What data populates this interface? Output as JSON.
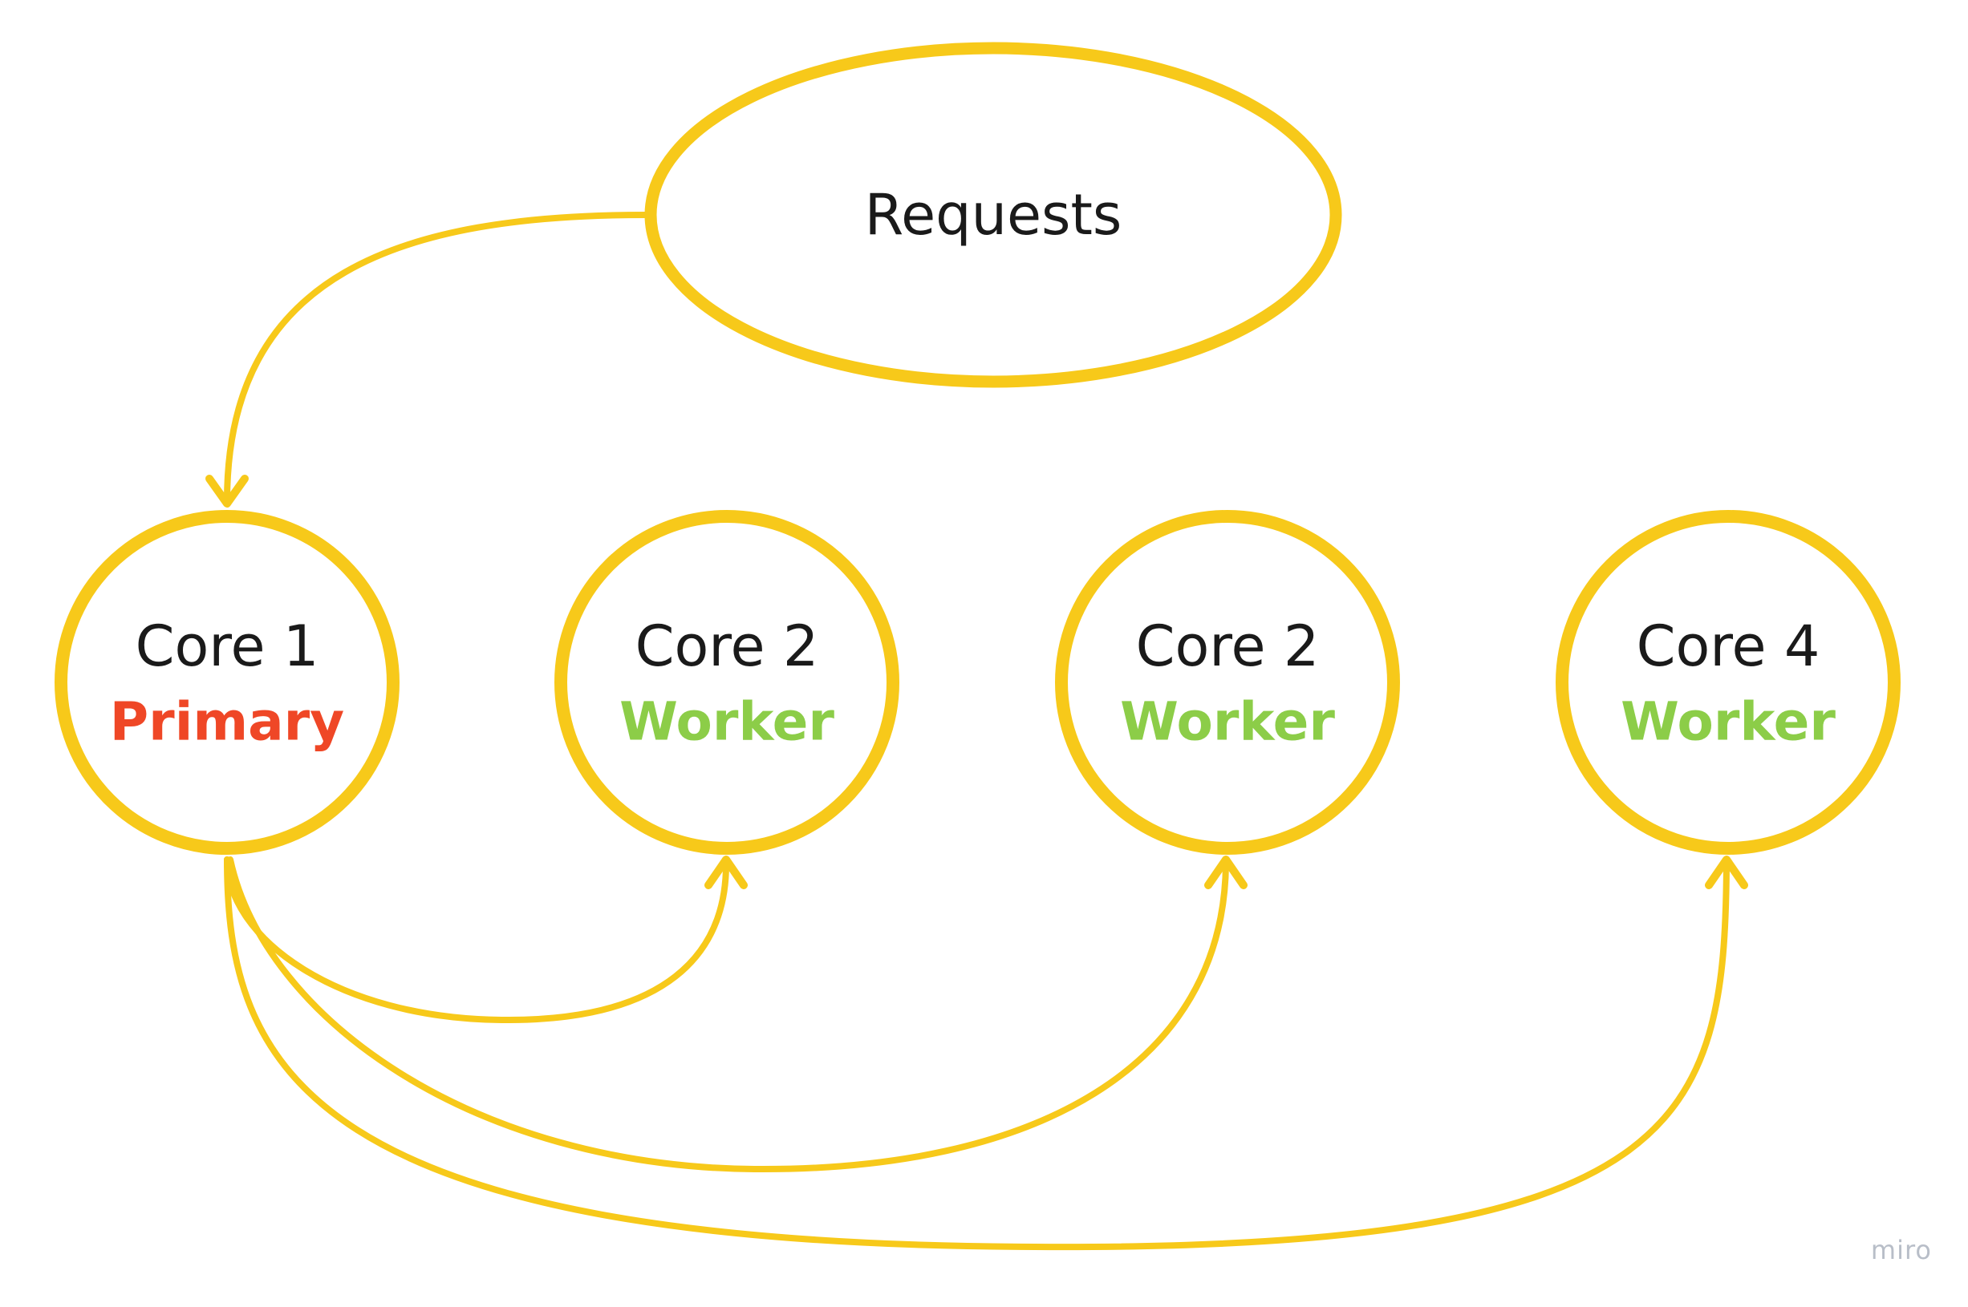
{
  "colors": {
    "stroke": "#f7c91a",
    "primary": "#ef4726",
    "worker": "#8ccd48",
    "text": "#1a1a1a",
    "watermark": "#b8bec8"
  },
  "requests": {
    "label": "Requests"
  },
  "cores": [
    {
      "title": "Core 1",
      "role": "Primary",
      "role_type": "primary"
    },
    {
      "title": "Core 2",
      "role": "Worker",
      "role_type": "worker"
    },
    {
      "title": "Core 2",
      "role": "Worker",
      "role_type": "worker"
    },
    {
      "title": "Core 4",
      "role": "Worker",
      "role_type": "worker"
    }
  ],
  "connections": [
    {
      "from": "requests",
      "to": "core-1"
    },
    {
      "from": "core-1",
      "to": "core-2"
    },
    {
      "from": "core-1",
      "to": "core-3"
    },
    {
      "from": "core-1",
      "to": "core-4"
    }
  ],
  "watermark": {
    "label": "miro"
  }
}
